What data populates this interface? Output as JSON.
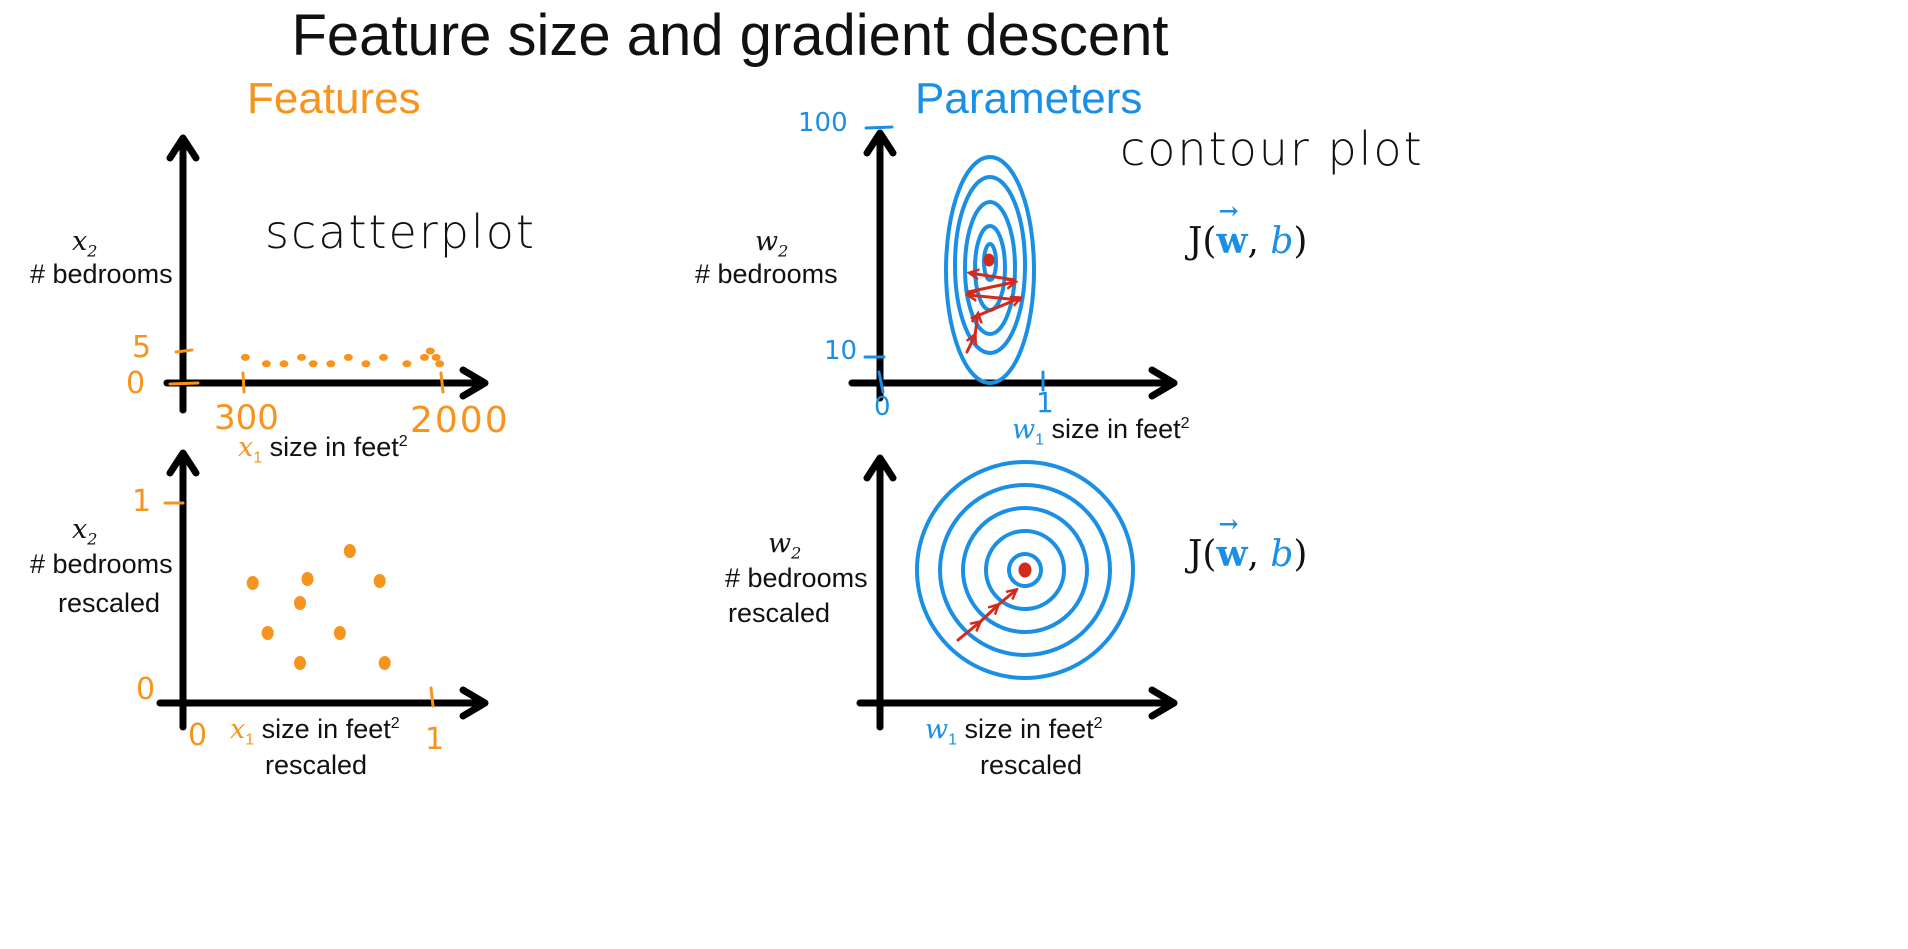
{
  "title": "Feature size and gradient descent",
  "features": {
    "heading": "Features",
    "annotation": "scatterplot",
    "top_plot": {
      "y_var": "x",
      "y_sub": "2",
      "y_label": "# bedrooms",
      "y_ticks": [
        "5",
        "0"
      ],
      "x_ticks": [
        "300",
        "2000"
      ],
      "x_var": "x",
      "x_sub": "1",
      "x_label": "size in feet",
      "x_sup": "2",
      "points": [
        [
          320,
          4
        ],
        [
          500,
          3
        ],
        [
          650,
          3
        ],
        [
          800,
          4
        ],
        [
          900,
          3
        ],
        [
          1050,
          3
        ],
        [
          1200,
          4
        ],
        [
          1350,
          3
        ],
        [
          1500,
          4
        ],
        [
          1700,
          3
        ],
        [
          1850,
          4
        ],
        [
          1900,
          5
        ],
        [
          1950,
          4
        ],
        [
          1980,
          3
        ]
      ]
    },
    "bottom_plot": {
      "y_var": "x",
      "y_sub": "2",
      "y_label": "# bedrooms",
      "y_label2": "rescaled",
      "y_ticks": [
        "1",
        "0"
      ],
      "x_ticks": [
        "0",
        "1"
      ],
      "x_var": "x",
      "x_sub": "1",
      "x_label": "size in feet",
      "x_sup": "2",
      "x_label2": "rescaled",
      "points": [
        [
          0.28,
          0.6
        ],
        [
          0.5,
          0.62
        ],
        [
          0.67,
          0.76
        ],
        [
          0.79,
          0.61
        ],
        [
          0.47,
          0.5
        ],
        [
          0.34,
          0.35
        ],
        [
          0.63,
          0.35
        ],
        [
          0.47,
          0.2
        ],
        [
          0.81,
          0.2
        ]
      ]
    }
  },
  "parameters": {
    "heading": "Parameters",
    "annotation": "contour plot",
    "top_plot": {
      "y_ticks": [
        "100",
        "10"
      ],
      "x_ticks": [
        "0",
        "1"
      ],
      "y_var": "w",
      "y_sub": "2",
      "y_label": "# bedrooms",
      "x_var": "w",
      "x_sub": "1",
      "x_label": "size in feet",
      "x_sup": "2",
      "cost_J": "J(",
      "cost_w": "w",
      "cost_arrow": "→",
      "cost_comma": ", ",
      "cost_b": "b",
      "cost_close": ")"
    },
    "bottom_plot": {
      "y_var": "w",
      "y_sub": "2",
      "y_label": "# bedrooms",
      "y_label2": "rescaled",
      "x_var": "w",
      "x_sub": "1",
      "x_label": "size in feet",
      "x_sup": "2",
      "x_label2": "rescaled",
      "cost_J": "J(",
      "cost_w": "w",
      "cost_arrow": "→",
      "cost_comma": ", ",
      "cost_b": "b",
      "cost_close": ")"
    }
  },
  "colors": {
    "features": "#f7941d",
    "parameters": "#1a8fe3",
    "path": "#d32a1e",
    "axis": "#000000"
  }
}
